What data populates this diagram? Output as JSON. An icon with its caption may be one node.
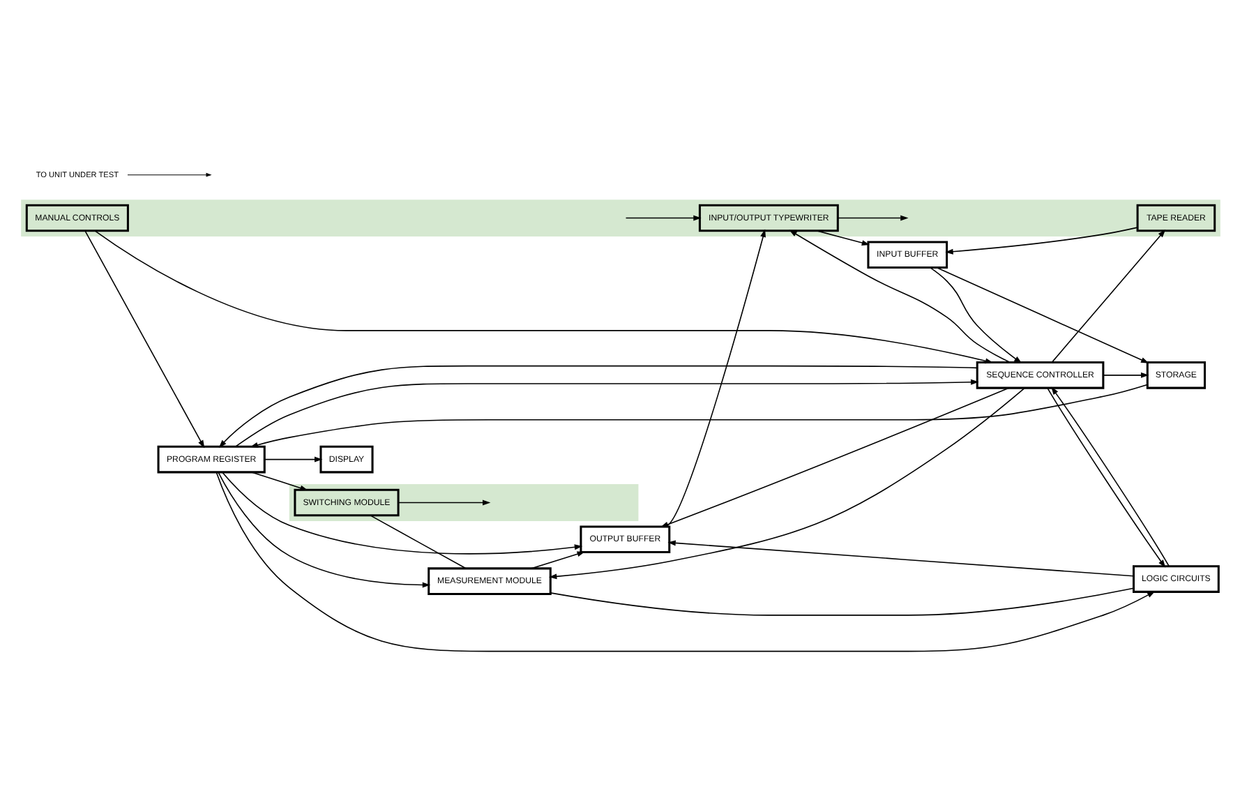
{
  "diagram": {
    "nodes": [
      {
        "text": [],
        "shape": "band"
      },
      {
        "text": [
          "MANUAL CONTROLS"
        ],
        "in": 0
      },
      {
        "text": [
          "TAPE READER"
        ],
        "in": 0
      },
      {
        "text": [
          "INPUT/OUTPUT TYPEWRITER"
        ],
        "in": 0
      },
      {
        "text": [
          "INPUT BUFFER"
        ]
      },
      {
        "text": [
          "STORAGE"
        ]
      },
      {
        "text": [
          "PROGRAM REGISTER"
        ]
      },
      {
        "text": [
          "DISPLAY"
        ]
      },
      {
        "text": [
          "TO UNIT UNDER TEST"
        ]
      },
      {
        "text": [],
        "shape": "band"
      },
      {
        "text": [
          "SWITCHING MODULE"
        ],
        "in": 9
      },
      {
        "text": [
          "MEASUREMENT MODULE"
        ]
      },
      {
        "text": [
          "SEQUENCE CONTROLLER"
        ]
      },
      {
        "text": [
          "LOGIC CIRCUITS"
        ]
      },
      {
        "text": [
          "OUTPUT BUFFER"
        ]
      }
    ],
    "edges": [
      {
        "from": 1,
        "to": 6,
        "arrow": "to"
      },
      {
        "from": 1,
        "to": 12,
        "arrow": "to"
      },
      {
        "from": 2,
        "to": 4,
        "arrow": "to"
      },
      {
        "from": 4,
        "to": 5,
        "arrow": "to"
      },
      {
        "from": 5,
        "to": 6,
        "arrow": "to"
      },
      {
        "from": 6,
        "to": 7,
        "arrow": "to"
      },
      {
        "from": 6,
        "to": 10,
        "arrow": "to"
      },
      {
        "from": 10,
        "to": null,
        "arrow": "to"
      },
      {
        "from": 8,
        "to": null,
        "arrow": "to"
      },
      {
        "from": 10,
        "to": 11,
        "arrow": "none"
      },
      {
        "from": 6,
        "to": 11,
        "arrow": "to"
      },
      {
        "from": 6,
        "to": 12,
        "arrow": "to"
      },
      {
        "from": 6,
        "to": 14,
        "arrow": "to"
      },
      {
        "from": 6,
        "to": 13,
        "arrow": "to"
      },
      {
        "from": 12,
        "to": 5,
        "arrow": "to"
      },
      {
        "from": 12,
        "to": 6,
        "arrow": "to"
      },
      {
        "from": 12,
        "to": 13,
        "arrow": "to"
      },
      {
        "from": 12,
        "to": 11,
        "arrow": "to"
      },
      {
        "from": 13,
        "to": 12,
        "arrow": "to"
      },
      {
        "from": 13,
        "to": 14,
        "arrow": "to"
      },
      {
        "from": 13,
        "to": 11,
        "arrow": "none"
      },
      {
        "from": 11,
        "to": 14,
        "arrow": "to"
      },
      {
        "from": 4,
        "to": 12,
        "arrow": "to"
      },
      {
        "from": 12,
        "to": 3,
        "arrow": "to"
      },
      {
        "from": 12,
        "to": 2,
        "arrow": "to"
      },
      {
        "from": 3,
        "to": 4,
        "arrow": "to"
      },
      {
        "from": 14,
        "to": 3,
        "arrow": "to"
      },
      {
        "from": 12,
        "to": 14,
        "arrow": "to"
      },
      {
        "from": null,
        "to": 3,
        "arrow": "to"
      },
      {
        "from": 3,
        "to": null,
        "arrow": "to"
      }
    ]
  }
}
